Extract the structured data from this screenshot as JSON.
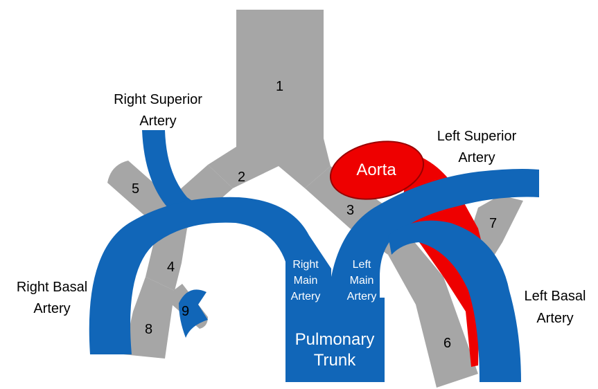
{
  "colors": {
    "airway": "#a6a6a6",
    "pulmonary_artery": "#1166b8",
    "aorta": "#ee0000",
    "label_dark": "#000000",
    "label_light": "#ffffff"
  },
  "airway_numbers": [
    "1",
    "2",
    "3",
    "4",
    "5",
    "6",
    "7",
    "8",
    "9"
  ],
  "labels": {
    "right_superior_artery": [
      "Right Superior",
      "Artery"
    ],
    "left_superior_artery": [
      "Left Superior",
      "Artery"
    ],
    "right_basal_artery": [
      "Right Basal",
      "Artery"
    ],
    "left_basal_artery": [
      "Left Basal",
      "Artery"
    ],
    "aorta": "Aorta",
    "right_main_artery": [
      "Right",
      "Main",
      "Artery"
    ],
    "left_main_artery": [
      "Left",
      "Main",
      "Artery"
    ],
    "pulmonary_trunk": [
      "Pulmonary",
      "Trunk"
    ]
  }
}
